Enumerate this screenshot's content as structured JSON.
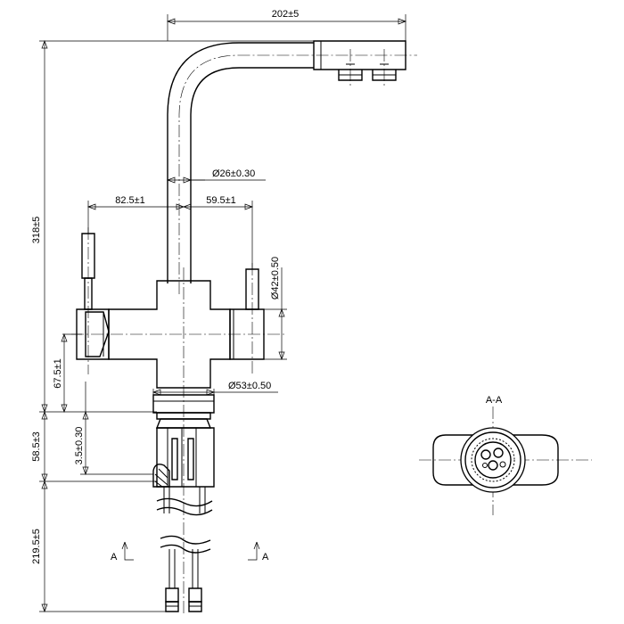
{
  "dimensions": {
    "spout_reach": "202±5",
    "total_height": "318±5",
    "spout_diameter": "Ø26±0.30",
    "left_handle_offset": "82.5±1",
    "right_handle_offset": "59.5±1",
    "body_diameter": "Ø42±0.50",
    "body_height": "67.5±1",
    "base_diameter": "Ø53±0.50",
    "thread_length": "58.5±3",
    "gasket_thickness": "3.5±0.30",
    "hose_length": "219.5±5"
  },
  "section": {
    "title": "A-A",
    "marker_left": "A",
    "marker_right": "A"
  }
}
